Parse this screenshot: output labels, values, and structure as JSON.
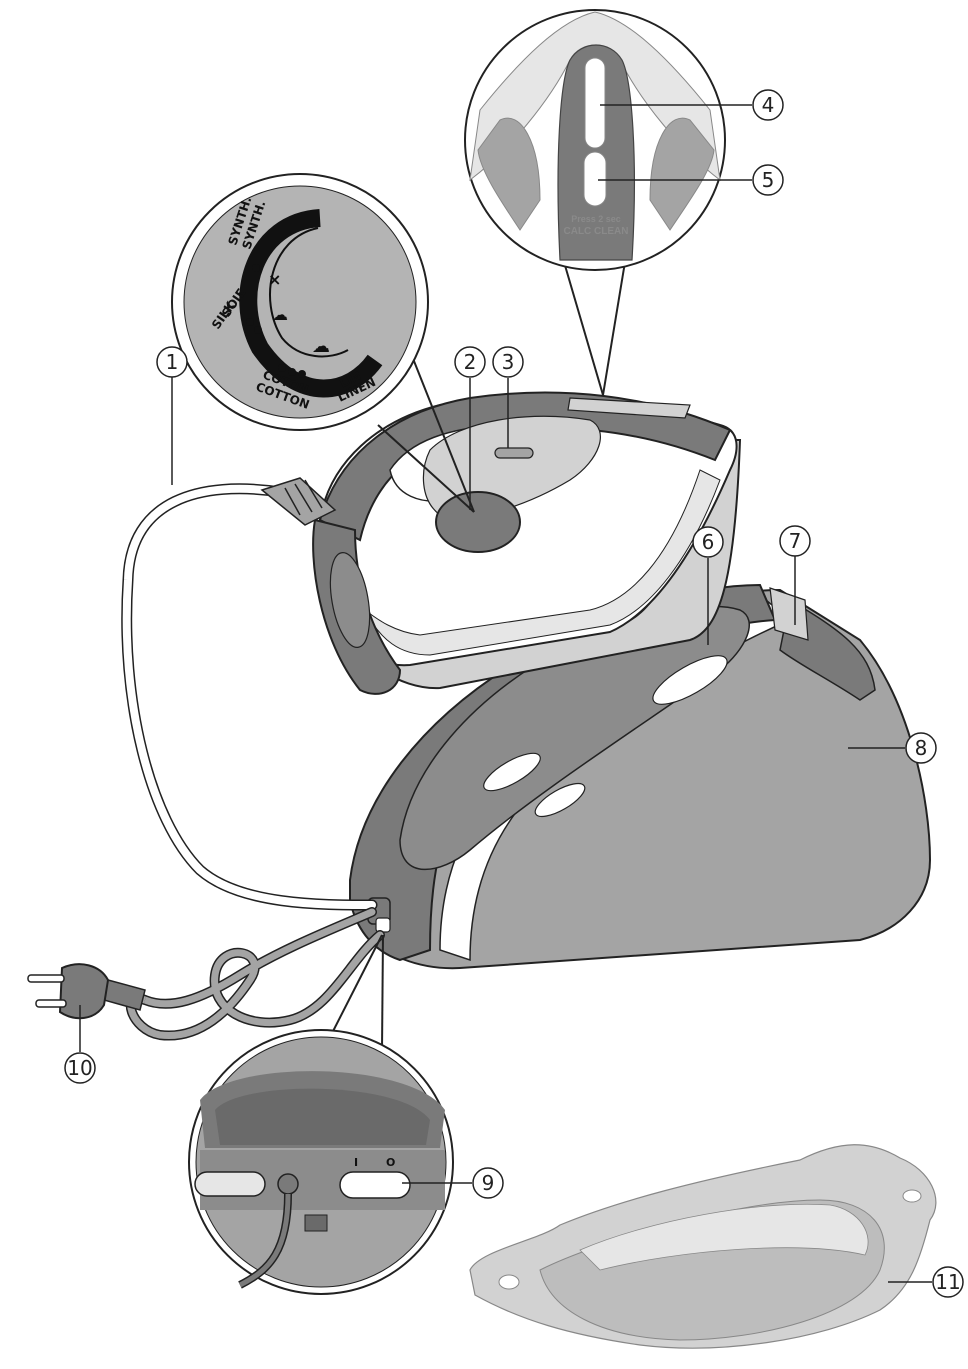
{
  "callouts": {
    "c1": "1",
    "c2": "2",
    "c3": "3",
    "c4": "4",
    "c5": "5",
    "c6": "6",
    "c7": "7",
    "c8": "8",
    "c9": "9",
    "c10": "10",
    "c11": "11"
  },
  "dial": {
    "synth_fr": "SYNTH.",
    "synth_en": "SYNTH.",
    "silk_fr": "SOIE",
    "silk_en": "SILK",
    "cotton_fr": "COTON",
    "cotton_en": "COTTON",
    "linen_fr": "LIN",
    "linen_en": "LINEN"
  },
  "calc_clean": {
    "line1": "Press 2 sec",
    "line2": "CALC CLEAN"
  },
  "switch": {
    "on_mark": "I",
    "off_mark": "O"
  },
  "colors": {
    "dark_gray": "#7a7a7a",
    "mid_gray": "#a4a4a4",
    "light_gray": "#d2d2d2",
    "white": "#ffffff",
    "outline": "#222222"
  }
}
